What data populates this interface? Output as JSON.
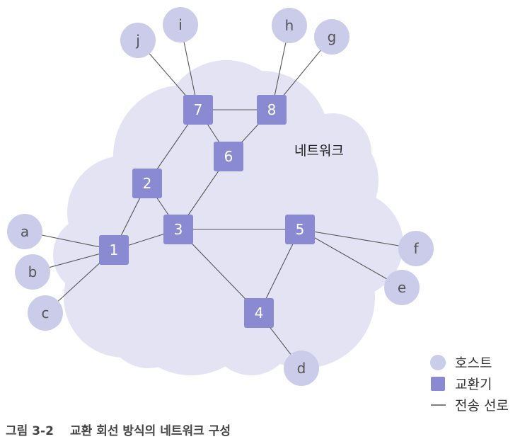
{
  "network_label": "네트워크",
  "colors": {
    "cloud": "#e3e3f4",
    "host": "#cbcbea",
    "switch": "#8a8ad2",
    "link": "#555555"
  },
  "switches": [
    {
      "id": "1",
      "label": "1"
    },
    {
      "id": "2",
      "label": "2"
    },
    {
      "id": "3",
      "label": "3"
    },
    {
      "id": "4",
      "label": "4"
    },
    {
      "id": "5",
      "label": "5"
    },
    {
      "id": "6",
      "label": "6"
    },
    {
      "id": "7",
      "label": "7"
    },
    {
      "id": "8",
      "label": "8"
    }
  ],
  "hosts": [
    {
      "id": "a",
      "label": "a"
    },
    {
      "id": "b",
      "label": "b"
    },
    {
      "id": "c",
      "label": "c"
    },
    {
      "id": "d",
      "label": "d"
    },
    {
      "id": "e",
      "label": "e"
    },
    {
      "id": "f",
      "label": "f"
    },
    {
      "id": "g",
      "label": "g"
    },
    {
      "id": "h",
      "label": "h"
    },
    {
      "id": "i",
      "label": "i"
    },
    {
      "id": "j",
      "label": "j"
    }
  ],
  "links": [
    [
      "a",
      "1"
    ],
    [
      "b",
      "1"
    ],
    [
      "c",
      "1"
    ],
    [
      "1",
      "2"
    ],
    [
      "1",
      "3"
    ],
    [
      "2",
      "3"
    ],
    [
      "2",
      "7"
    ],
    [
      "3",
      "6"
    ],
    [
      "3",
      "5"
    ],
    [
      "3",
      "4"
    ],
    [
      "4",
      "5"
    ],
    [
      "4",
      "d"
    ],
    [
      "5",
      "f"
    ],
    [
      "5",
      "e"
    ],
    [
      "6",
      "7"
    ],
    [
      "6",
      "8"
    ],
    [
      "7",
      "8"
    ],
    [
      "7",
      "j"
    ],
    [
      "7",
      "i"
    ],
    [
      "8",
      "h"
    ],
    [
      "8",
      "g"
    ]
  ],
  "legend": {
    "host": "호스트",
    "switch": "교환기",
    "link": "전송 선로"
  },
  "caption": {
    "number": "그림 3-2",
    "title": "교환 회선 방식의 네트워크 구성"
  }
}
